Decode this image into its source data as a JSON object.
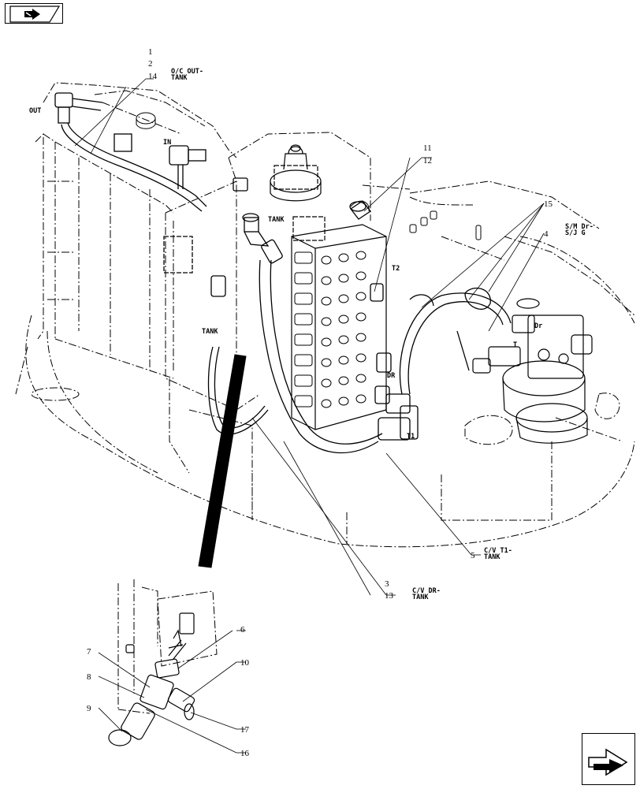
{
  "nav": {
    "top_icon": "back-arrow-icon",
    "bottom_icon": "next-arrow-icon"
  },
  "callouts": {
    "c1": "1",
    "c2": "2",
    "c14": "14",
    "c11": "11",
    "c12": "12",
    "c15": "15",
    "c4": "4",
    "c5": "5",
    "c3": "3",
    "c13": "13",
    "c6": "6",
    "c7": "7",
    "c8": "8",
    "c9": "9",
    "c10": "10",
    "c17": "17",
    "c16": "16"
  },
  "labels": {
    "oc_out_tank_1": "O/C OUT-",
    "oc_out_tank_2": "TANK",
    "out": "OUT",
    "in": "IN",
    "tank_top": "TANK",
    "tank_left": "TANK",
    "t2": "T2",
    "dr": "DR",
    "t1": "T1",
    "t_motor": "T",
    "dr_motor": "Dr",
    "sm_dr_1": "S/M Dr-",
    "sm_dr_2": "S/J G",
    "cv_t1_1": "C/V T1-",
    "cv_t1_2": "TANK",
    "cv_dr_1": "C/V DR-",
    "cv_dr_2": "TANK"
  }
}
